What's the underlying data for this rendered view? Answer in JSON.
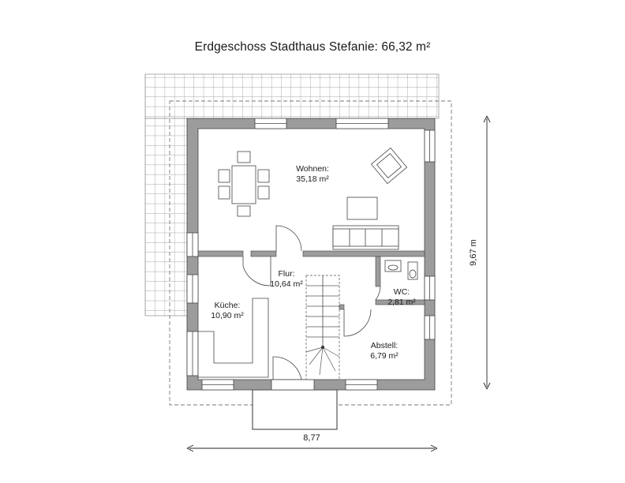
{
  "title": "Erdgeschoss Stadthaus Stefanie: 66,32 m²",
  "rooms": [
    {
      "name": "Wohnen:",
      "area": "35,18 m²"
    },
    {
      "name": "Flur:",
      "area": "10,64 m²"
    },
    {
      "name": "Küche:",
      "area": "10,90 m²"
    },
    {
      "name": "WC:",
      "area": "2,81 m²"
    },
    {
      "name": "Abstell:",
      "area": "6,79 m²"
    }
  ],
  "dimensions": {
    "width": "8,77",
    "height": "9,67 m"
  }
}
